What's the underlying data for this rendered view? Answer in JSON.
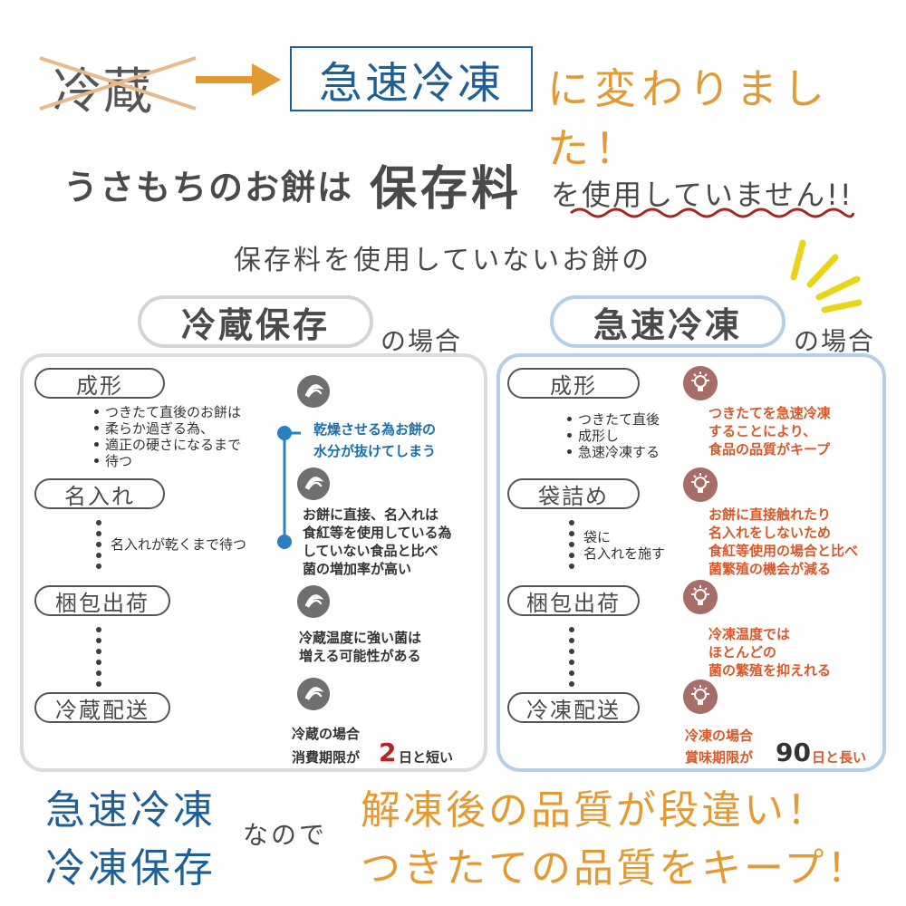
{
  "header": {
    "old_method": "冷蔵",
    "new_method": "急速冷凍",
    "changed": "に変わりました！"
  },
  "statement": {
    "lead": "うさもちのお餅は",
    "keyword": "保存料",
    "tail": "を使用していません!!",
    "subhead": "保存料を使用していないお餅の"
  },
  "left": {
    "title": "冷蔵保存",
    "suffix": "の場合",
    "steps": [
      "成形",
      "名入れ",
      "梱包出荷",
      "冷蔵配送"
    ],
    "notes": {
      "forming": [
        "つきたて直後のお餅は",
        "柔らか過ぎる為、",
        "適正の硬さになるまで",
        "待つ"
      ],
      "naming": "名入れが乾くまで待つ"
    },
    "issues": {
      "dry": [
        "乾燥させる為お餅の",
        "水分が抜けてしまう"
      ],
      "direct": [
        "お餅に直接、名入れは",
        "食紅等を使用している為",
        "していない食品と比べ",
        "菌の増加率が高い"
      ],
      "cold": [
        "冷蔵温度に強い菌は",
        "増える可能性がある"
      ],
      "expiry_prefix": "冷蔵の場合",
      "expiry_label": "消費期限が",
      "expiry_num": "2",
      "expiry_suffix": "日と短い"
    }
  },
  "right": {
    "title": "急速冷凍",
    "suffix": "の場合",
    "steps": [
      "成形",
      "袋詰め",
      "梱包出荷",
      "冷凍配送"
    ],
    "notes": {
      "forming": [
        "つきたて直後",
        "成形し",
        "急速冷凍する"
      ],
      "bagging": [
        "袋に",
        "名入れを施す"
      ]
    },
    "benefits": {
      "freeze": [
        "つきたてを急速冷凍",
        "することにより、",
        "食品の品質がキープ"
      ],
      "touch": [
        "お餅に直接触れたり",
        "名入れをしないため",
        "食紅等使用の場合と比べ",
        "菌繁殖の機会が減る"
      ],
      "temp": [
        "冷凍温度では",
        "ほとんどの",
        "菌の繁殖を抑えれる"
      ],
      "expiry_prefix": "冷凍の場合",
      "expiry_label": "賞味期限が",
      "expiry_num": "90",
      "expiry_suffix": "日と長い"
    }
  },
  "bottom": {
    "left_line1": "急速冷凍",
    "left_line2": "冷凍保存",
    "middle": "なので",
    "right_line1": "解凍後の品質が段違い！",
    "right_line2": "つきたての品質をキープ！"
  },
  "colors": {
    "blue": "#1e5f96",
    "orange": "#e39a33",
    "red_orange": "#d9582a",
    "red": "#b52222",
    "yellow": "#e8d51a"
  },
  "icons": {
    "warning": "mochi-swirl-icon",
    "benefit": "lightbulb-icon",
    "arrow": "arrow-right-icon"
  }
}
